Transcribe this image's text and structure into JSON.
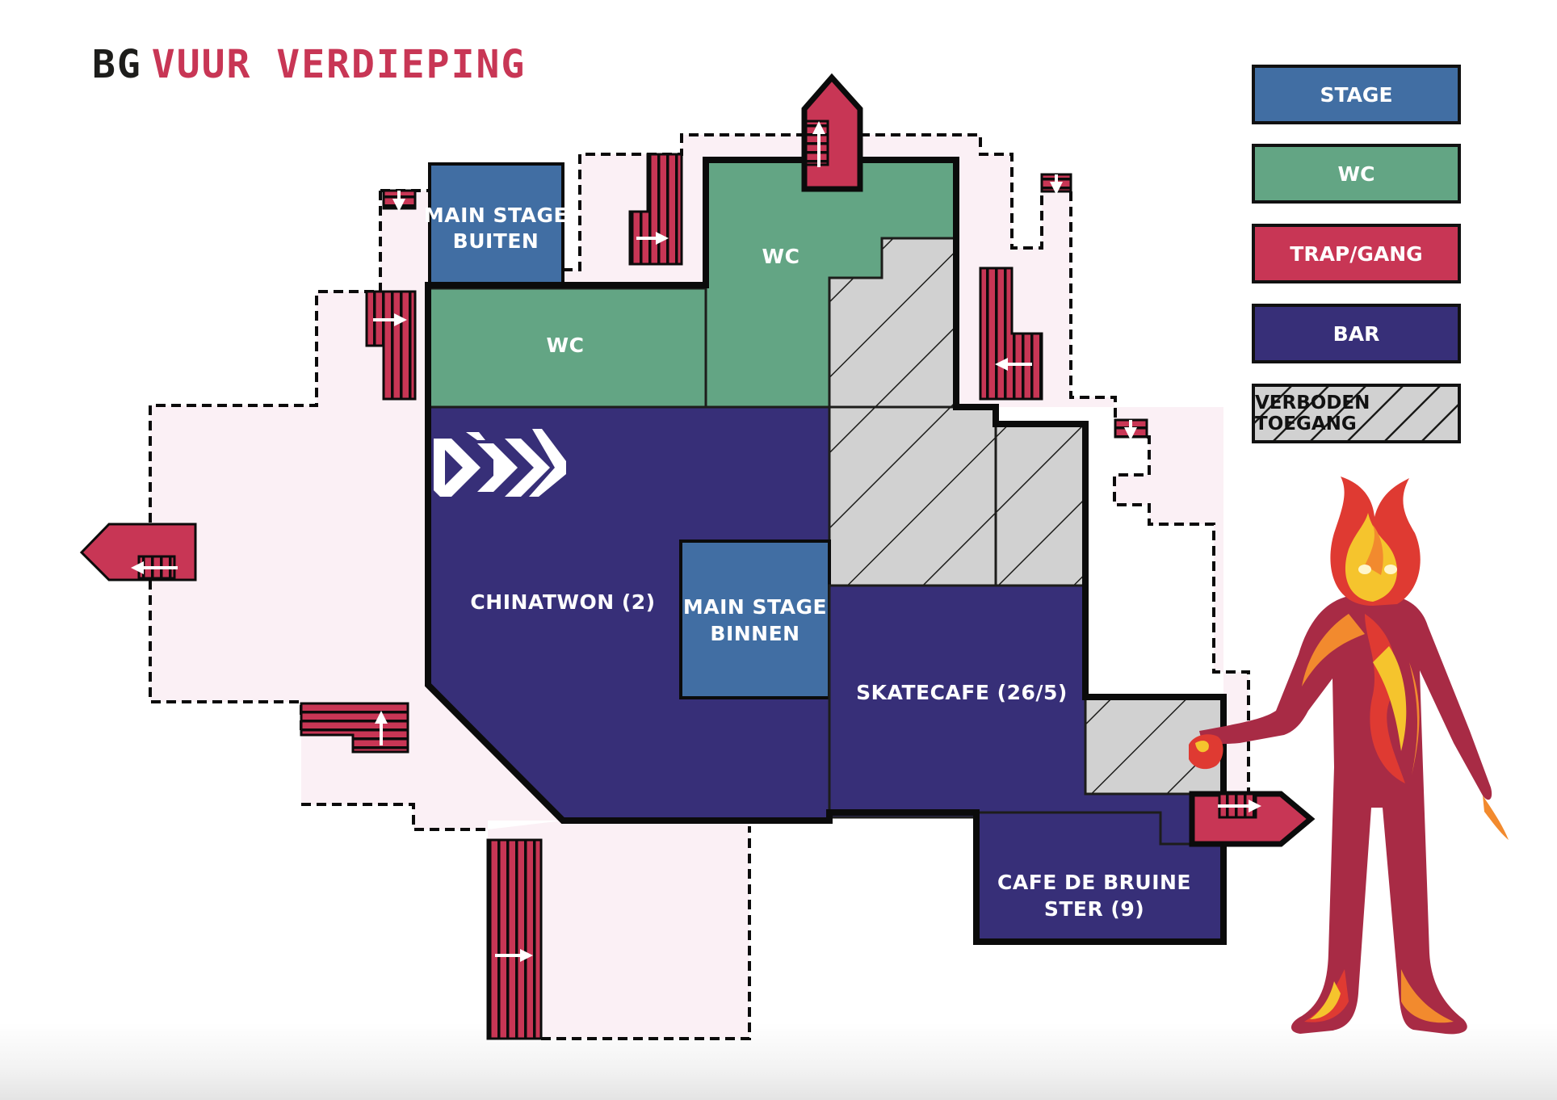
{
  "title": {
    "prefix": "BG",
    "name": "VUUR VERDIEPING"
  },
  "colors": {
    "stage": "#416ea3",
    "wc": "#63a584",
    "trap_gang": "#c83655",
    "bar": "#372f78",
    "verboden": "#d1d1d1",
    "corridor": "#fbf0f5",
    "outline": "#0b0b0b"
  },
  "legend": [
    {
      "key": "stage",
      "label": "STAGE"
    },
    {
      "key": "wc",
      "label": "WC"
    },
    {
      "key": "trap_gang",
      "label": "TRAP/GANG"
    },
    {
      "key": "bar",
      "label": "BAR"
    },
    {
      "key": "verboden",
      "label": "VERBODEN TOEGANG"
    }
  ],
  "rooms": {
    "main_stage_buiten": {
      "type": "stage",
      "lines": [
        "MAIN STAGE",
        "BUITEN"
      ]
    },
    "wc_lower": {
      "type": "wc",
      "lines": [
        "WC"
      ]
    },
    "wc_upper": {
      "type": "wc",
      "lines": [
        "WC"
      ]
    },
    "chinatown": {
      "type": "bar",
      "lines": [
        "CHINATWON (2)"
      ]
    },
    "main_stage_binnen": {
      "type": "stage",
      "lines": [
        "MAIN STAGE",
        "BINNEN"
      ]
    },
    "skatecafe": {
      "type": "bar",
      "lines": [
        "SKATECAFE (26/5)"
      ]
    },
    "cafe_de_bruine_ster": {
      "type": "bar",
      "lines": [
        "CAFE DE BRUINE",
        "STER (9)"
      ]
    }
  },
  "icons": {
    "logo": "double-chevron-logo-icon",
    "mascot": "fire-person-icon",
    "stairs": "stairs-icon",
    "exit": "exit-arrow-icon"
  }
}
